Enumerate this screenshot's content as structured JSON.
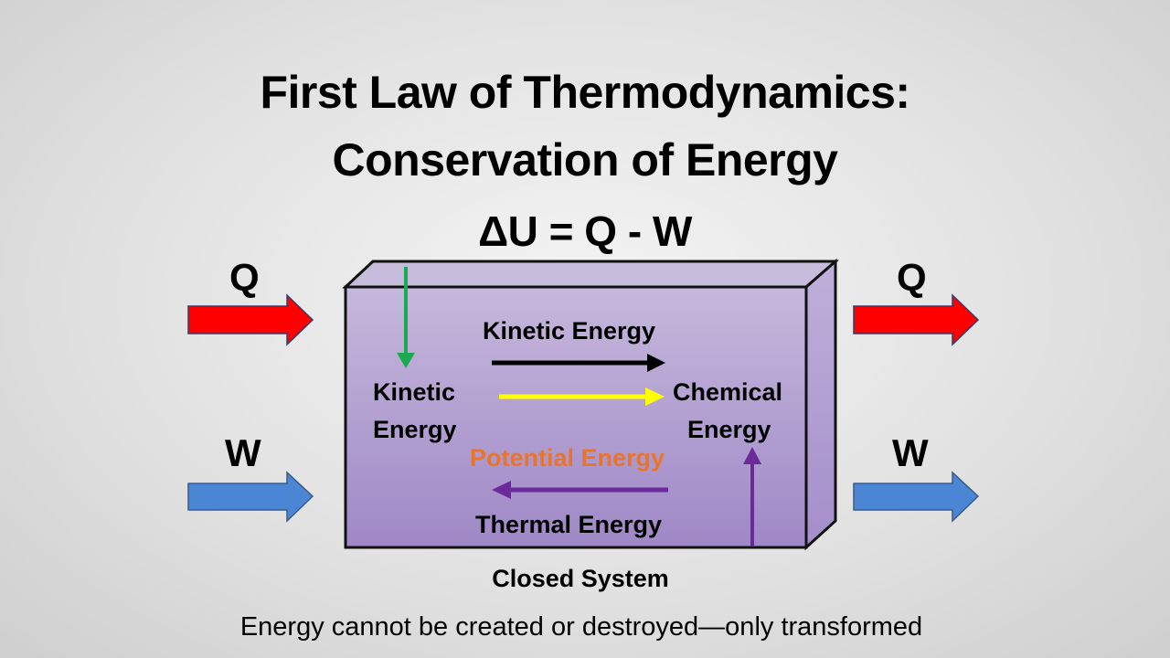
{
  "title": {
    "line1": "First Law of Thermodynamics:",
    "line2": "Conservation of Energy",
    "equation": "ΔU = Q - W"
  },
  "inputs": {
    "heat_label": "Q",
    "work_label": "W",
    "heat_arrow_color": "#ff0000",
    "work_arrow_color": "#4a86d4"
  },
  "outputs": {
    "heat_label": "Q",
    "work_label": "W"
  },
  "system": {
    "box_color": "#b4a0d0",
    "top_label": "Kinetic Energy",
    "left_label_line1": "Kinetic",
    "left_label_line2": "Energy",
    "right_label_line1": "Chemical",
    "right_label_line2": "Energy",
    "middle_label": "Potential Energy",
    "middle_label_color": "#e8752a",
    "bottom_label": "Thermal Energy",
    "arrows": [
      {
        "name": "green-down",
        "color": "#1aaa50"
      },
      {
        "name": "black-right",
        "color": "#000000"
      },
      {
        "name": "yellow-right",
        "color": "#ffff00"
      },
      {
        "name": "purple-left",
        "color": "#6a2a9a"
      },
      {
        "name": "purple-up",
        "color": "#6a2a9a"
      }
    ]
  },
  "caption": "Closed System",
  "footer": "Energy cannot be created or destroyed—only transformed"
}
